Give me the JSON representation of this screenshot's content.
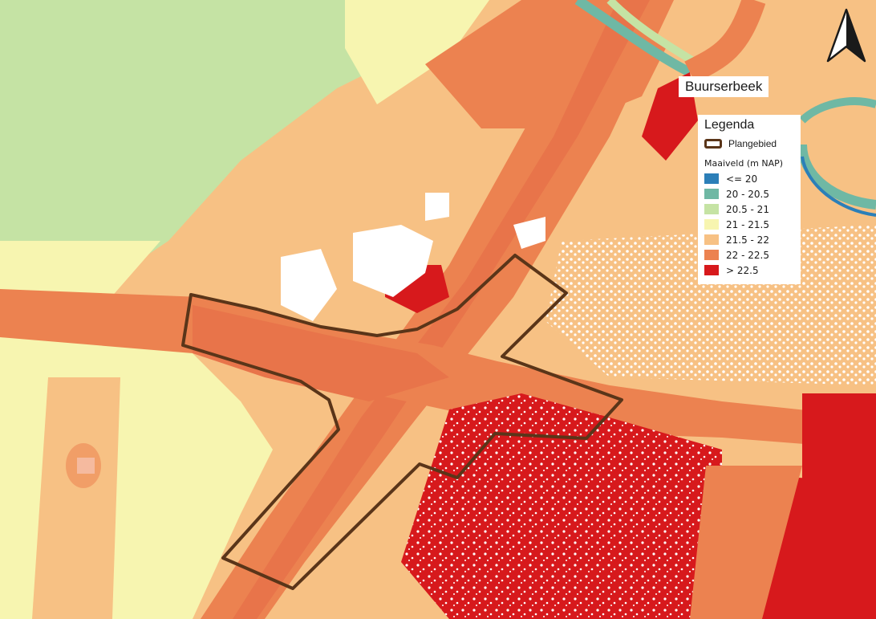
{
  "map": {
    "place_label": "Buurserbeek",
    "north_arrow_icon": "north-arrow-icon"
  },
  "legend": {
    "title": "Legenda",
    "plan_area_label": "Plangebied",
    "plan_area_color": "#5a3519",
    "elevation_title": "Maaiveld (m NAP)",
    "classes": [
      {
        "label": "<= 20",
        "color": "#2c7fb8"
      },
      {
        "label": "20 - 20.5",
        "color": "#6fb8a4"
      },
      {
        "label": "20.5 - 21",
        "color": "#c5e3a4"
      },
      {
        "label": "21 - 21.5",
        "color": "#f7f5b0"
      },
      {
        "label": "21.5 - 22",
        "color": "#f7c184"
      },
      {
        "label": "22 - 22.5",
        "color": "#ec8250"
      },
      {
        "label": "> 22.5",
        "color": "#d7191c"
      }
    ]
  }
}
